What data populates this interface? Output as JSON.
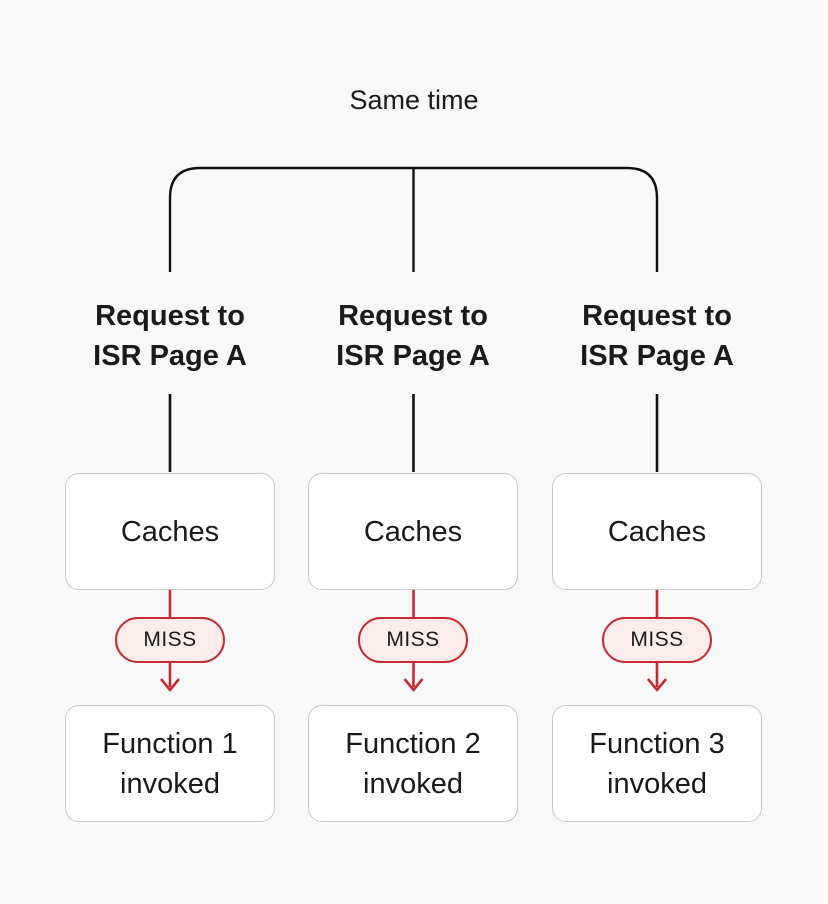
{
  "title": "Same time",
  "colors": {
    "background": "#f8f8f8",
    "line": "#111111",
    "text": "#1a1a1a",
    "box-border": "#c9c9c9",
    "box-bg": "#ffffff",
    "red": "#c52b33",
    "pill-bg": "#fcecec"
  },
  "columns": [
    {
      "request_line1": "Request to",
      "request_line2": "ISR Page A",
      "cache_label": "Caches",
      "status_label": "MISS",
      "function_line1": "Function 1",
      "function_line2": "invoked"
    },
    {
      "request_line1": "Request to",
      "request_line2": "ISR Page A",
      "cache_label": "Caches",
      "status_label": "MISS",
      "function_line1": "Function 2",
      "function_line2": "invoked"
    },
    {
      "request_line1": "Request to",
      "request_line2": "ISR Page A",
      "cache_label": "Caches",
      "status_label": "MISS",
      "function_line1": "Function 3",
      "function_line2": "invoked"
    }
  ]
}
